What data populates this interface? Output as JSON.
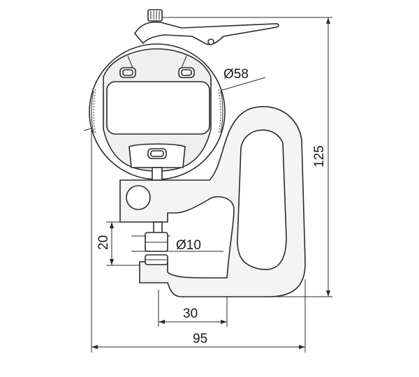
{
  "dimensions": {
    "dial_diameter": "Ø58",
    "anvil_diameter": "Ø10",
    "measuring_depth": "20",
    "throat_depth": "30",
    "overall_width": "95",
    "overall_height": "125"
  },
  "colors": {
    "line": "#2a2a2a",
    "fill": "#f4f4f4",
    "background": "#ffffff"
  }
}
